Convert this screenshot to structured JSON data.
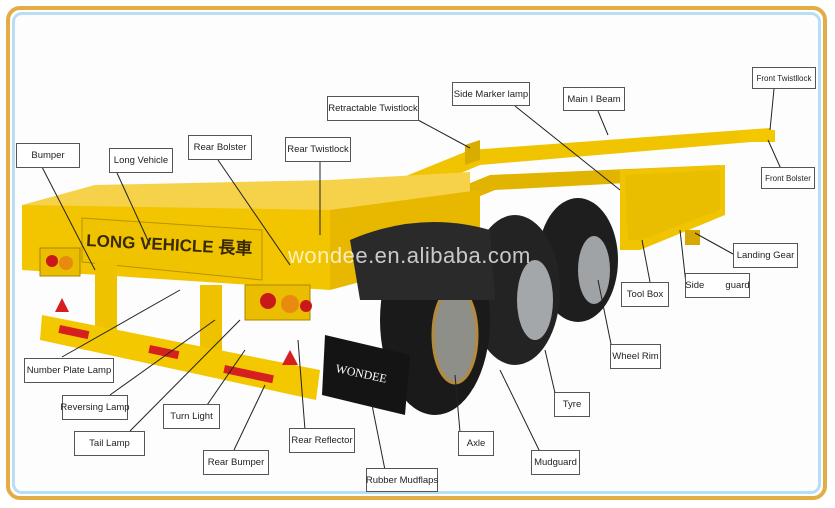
{
  "diagram": {
    "subject": "Skeletal container semi-trailer parts diagram",
    "trailer_text": {
      "side_panel": "LONG VEHICLE 長車",
      "mudflap_brand": "WONDEE"
    },
    "watermark": "wondee.en.alibaba.com",
    "colors": {
      "frame_outer": "#e3ac45",
      "frame_inner": "#b7def5",
      "trailer_yellow": "#f2c500",
      "tyre_black": "#1e1e1e",
      "reflector_red": "#d62020"
    },
    "labels": [
      {
        "id": "bumper",
        "text": "Bumper"
      },
      {
        "id": "long-vehicle",
        "text": "Long Vehicle"
      },
      {
        "id": "rear-bolster",
        "text": "Rear Bolster"
      },
      {
        "id": "rear-twistlock",
        "text": "Rear Twistlock"
      },
      {
        "id": "retractable-twistlock",
        "text": "Retractable Twistlock"
      },
      {
        "id": "side-marker-lamp",
        "text": "Side Marker lamp"
      },
      {
        "id": "main-i-beam",
        "text": "Main I Beam"
      },
      {
        "id": "front-twistlock",
        "text": "Front Twistllock"
      },
      {
        "id": "front-bolster",
        "text": "Front Bolster"
      },
      {
        "id": "landing-gear",
        "text": "Landing Gear"
      },
      {
        "id": "side-guard",
        "text": "Side        guard"
      },
      {
        "id": "tool-box",
        "text": "Tool Box"
      },
      {
        "id": "wheel-rim",
        "text": "Wheel Rim"
      },
      {
        "id": "tyre",
        "text": "Tyre"
      },
      {
        "id": "mudguard",
        "text": "Mudguard"
      },
      {
        "id": "axle",
        "text": "Axle"
      },
      {
        "id": "rubber-mudflaps",
        "text": "Rubber Mudflaps"
      },
      {
        "id": "rear-reflector",
        "text": "Rear Reflector"
      },
      {
        "id": "rear-bumper",
        "text": "Rear Bumper"
      },
      {
        "id": "turn-light",
        "text": "Turn Light"
      },
      {
        "id": "tail-lamp",
        "text": "Tail Lamp"
      },
      {
        "id": "reversing-lamp",
        "text": "Reversing Lamp"
      },
      {
        "id": "number-plate-lamp",
        "text": "Number Plate Lamp"
      }
    ]
  }
}
